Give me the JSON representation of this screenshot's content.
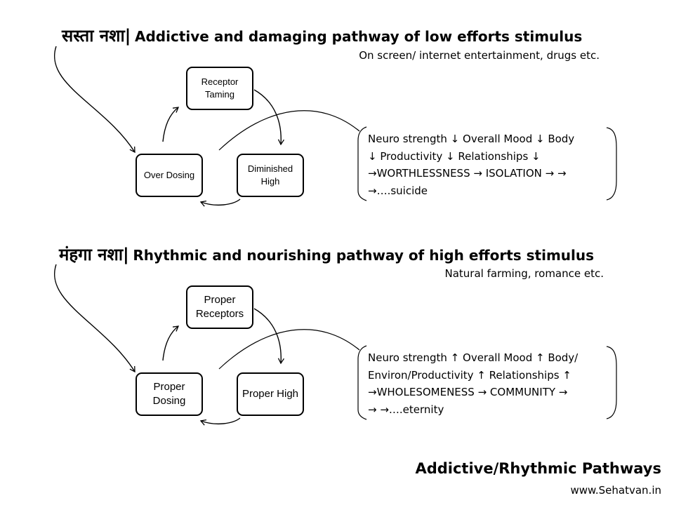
{
  "sections": [
    {
      "heading_hindi": "सस्ता नशा",
      "separator": "|",
      "heading_english": "Addictive and damaging pathway of low efforts stimulus",
      "subtitle": "On screen/ internet  entertainment, drugs etc.",
      "boxes": {
        "top": "Receptor Taming",
        "left": "Over Dosing",
        "right": "Diminished High"
      },
      "effects": [
        "Neuro strength ↓ Overall Mood ↓ Body",
        "↓ Productivity ↓ Relationships ↓",
        "→WORTHLESSNESS  → ISOLATION → →",
        "→….suicide"
      ]
    },
    {
      "heading_hindi": "मंहगा नशा",
      "separator": "|",
      "heading_english": "Rhythmic and nourishing pathway of high efforts stimulus",
      "subtitle": "Natural farming, romance etc.",
      "boxes": {
        "top": "Proper Receptors",
        "left": "Proper Dosing",
        "right": "Proper High"
      },
      "effects": [
        "Neuro strength ↑ Overall Mood ↑ Body/",
        "Environ/Productivity ↑ Relationships ↑",
        "→WHOLESOMENESS  → COMMUNITY  →",
        "→ →….eternity"
      ]
    }
  ],
  "footer": {
    "title": "Addictive/Rhythmic Pathways",
    "website": "www.Sehatvan.in"
  }
}
